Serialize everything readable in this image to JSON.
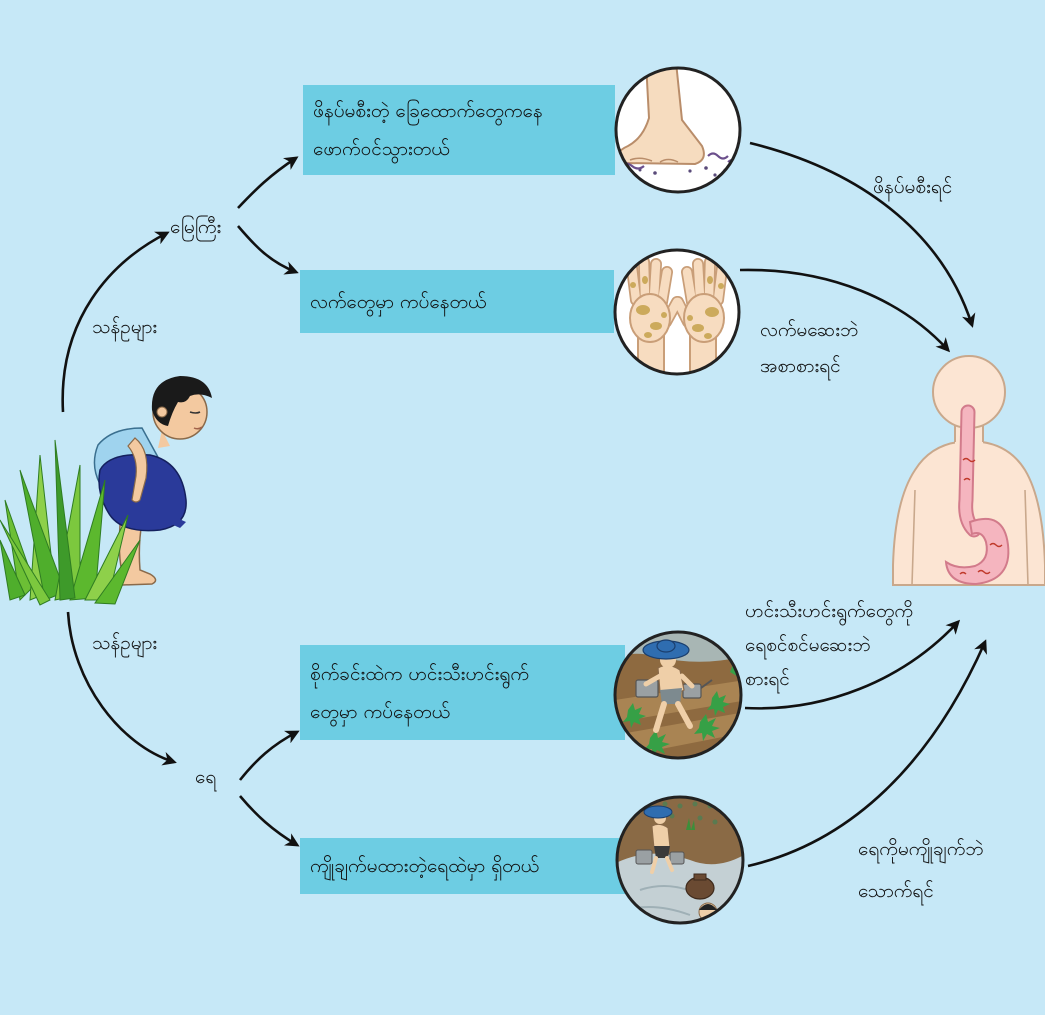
{
  "colors": {
    "background": "#c6e8f7",
    "box": "#6dcde3",
    "arrow": "#111111"
  },
  "sources": {
    "eggs_label_top": "သန်ဥများ",
    "eggs_label_bottom": "သန်ဥများ",
    "soil_label": "မြေကြီး",
    "water_label": "ရေ"
  },
  "routes": [
    {
      "box_lines": [
        "ဖိနပ်မစီးတဲ့ ခြေထောက်တွေကနေ",
        "ဖောက်ဝင်သွားတယ်"
      ],
      "condition_lines": [
        "ဖိနပ်မစီးရင်"
      ]
    },
    {
      "box_lines": [
        "လက်တွေမှာ ကပ်နေတယ်"
      ],
      "condition_lines": [
        "လက်မဆေးဘဲ",
        "အစာစားရင်"
      ]
    },
    {
      "box_lines": [
        "စိုက်ခင်းထဲက ဟင်းသီးဟင်းရွက်",
        "တွေမှာ ကပ်နေတယ်"
      ],
      "condition_lines": [
        "ဟင်းသီးဟင်းရွက်တွေကို",
        "ရေစင်စင်မဆေးဘဲ",
        "စားရင်"
      ]
    },
    {
      "box_lines": [
        "ကျိုချက်မထားတဲ့ရေထဲမှာ ရှိတယ်"
      ],
      "condition_lines": [
        "ရေကိုမကျိုချက်ဘဲ",
        "သောက်ရင်"
      ]
    }
  ],
  "illustrations": {
    "source": "squatting-boy-icon",
    "route_1": "bare-foot-icon",
    "route_2": "dirty-hands-icon",
    "route_3": "farmer-field-icon",
    "route_4": "unboiled-water-icon",
    "target": "human-body-stomach-icon"
  }
}
